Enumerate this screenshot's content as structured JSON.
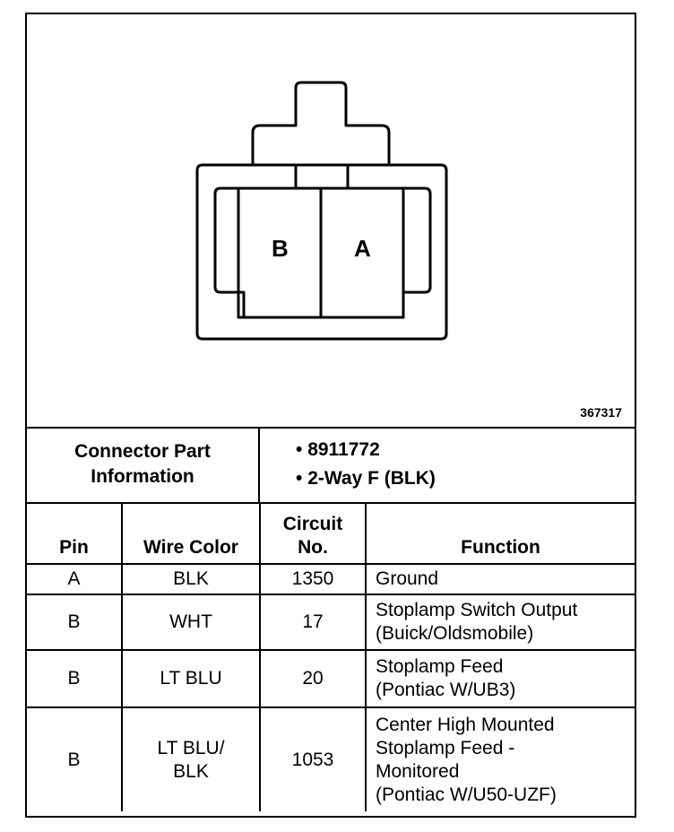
{
  "figure": {
    "id": "367317",
    "pin_labels": [
      "B",
      "A"
    ]
  },
  "connector_info": {
    "title_line1": "Connector Part",
    "title_line2": "Information",
    "bullets": [
      "8911772",
      "2-Way F (BLK)"
    ]
  },
  "table": {
    "headers": {
      "pin": "Pin",
      "wire_color": "Wire Color",
      "circuit_line1": "Circuit",
      "circuit_line2": "No.",
      "function": "Function"
    },
    "rows": [
      {
        "pin": "A",
        "wire_color_lines": [
          "BLK"
        ],
        "circuit": "1350",
        "function_lines": [
          "Ground"
        ]
      },
      {
        "pin": "B",
        "wire_color_lines": [
          "WHT"
        ],
        "circuit": "17",
        "function_lines": [
          "Stoplamp Switch Output",
          "(Buick/Oldsmobile)"
        ]
      },
      {
        "pin": "B",
        "wire_color_lines": [
          "LT BLU"
        ],
        "circuit": "20",
        "function_lines": [
          "Stoplamp Feed",
          "(Pontiac W/UB3)"
        ]
      },
      {
        "pin": "B",
        "wire_color_lines": [
          "LT BLU/",
          "BLK"
        ],
        "circuit": "1053",
        "function_lines": [
          "Center High Mounted",
          "Stoplamp Feed -",
          "Monitored",
          "(Pontiac W/U50-UZF)"
        ]
      }
    ]
  }
}
